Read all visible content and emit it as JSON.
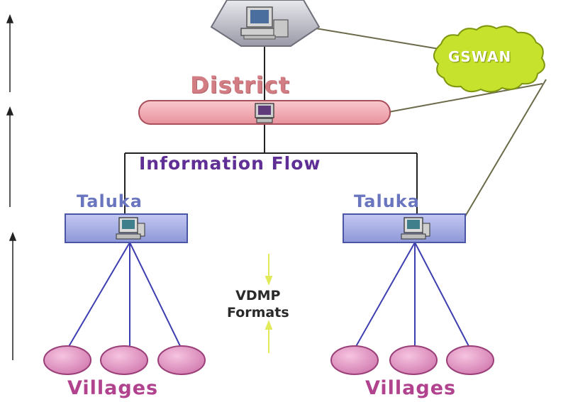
{
  "diagram": {
    "district_label": "District",
    "information_flow_label": "Information Flow",
    "taluka_left_label": "Taluka",
    "taluka_right_label": "Taluka",
    "vdmp_line1": "VDMP",
    "vdmp_line2": "Formats",
    "villages_left_label": "Villages",
    "villages_right_label": "Villages",
    "gswan_label": "GSWAN"
  },
  "colors": {
    "district_bar": "#f2aab2",
    "taluka_box": "#a6aee6",
    "village_node": "#e598c4",
    "gswan_cloud": "#c6e22c",
    "link_line": "#3d3fb0",
    "arrow": "#e2ea5a"
  },
  "icons": [
    "computer-icon",
    "desktop-icon"
  ]
}
